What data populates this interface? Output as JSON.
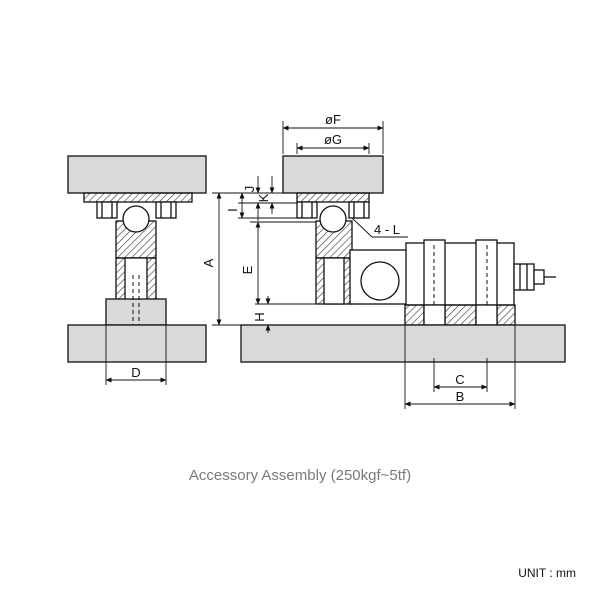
{
  "caption": "Accessory Assembly (250kgf~5tf)",
  "unit": "UNIT : mm",
  "dimensions": {
    "F": "øF",
    "G": "øG",
    "J": "J",
    "K": "K",
    "I": "I",
    "L": "4 - L",
    "A": "A",
    "E": "E",
    "H": "H",
    "D": "D",
    "C": "C",
    "B": "B"
  },
  "colors": {
    "plate_fill": "#d9d9d9",
    "line": "#111111",
    "hatch": "#333333"
  }
}
